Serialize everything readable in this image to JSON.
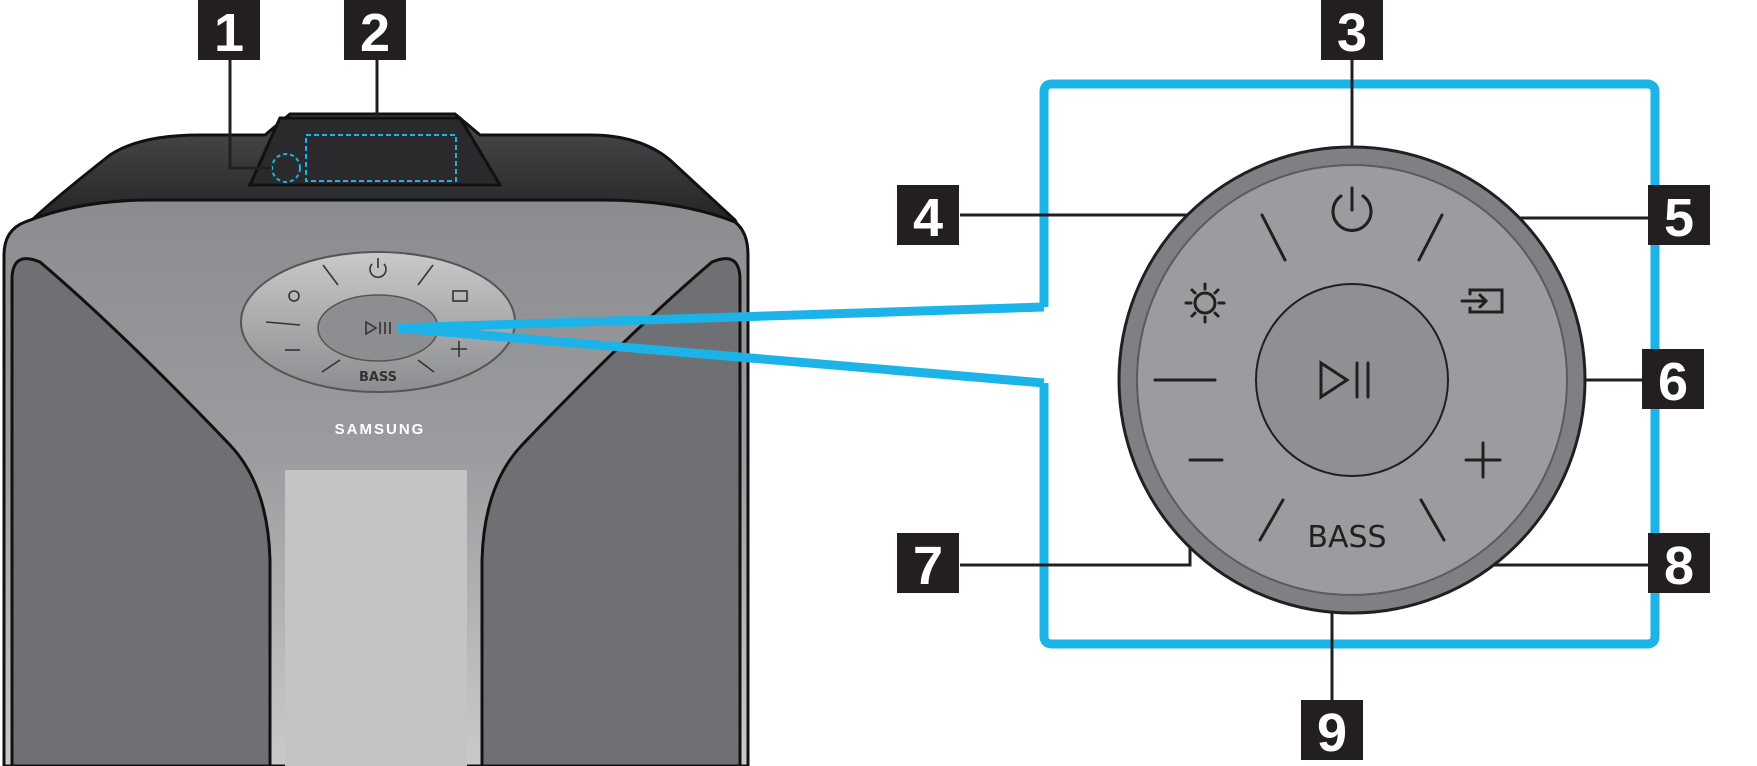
{
  "colors": {
    "accent": "#1cb4e8",
    "body_dark": "#6d6e71",
    "body_mid": "#8e8f92",
    "panel_light": "#b4b5b8",
    "label_bg": "#231f20",
    "button_ring": "#808184",
    "button_face": "#9a9b9e"
  },
  "device": {
    "brand": "SAMSUNG",
    "small_panel": {
      "bass_label": "BASS",
      "icons": [
        "power-icon",
        "light-icon",
        "source-icon",
        "play-pause-icon",
        "minus-icon",
        "plus-icon"
      ]
    }
  },
  "callouts": [
    {
      "number": "1",
      "target": "sensor"
    },
    {
      "number": "2",
      "target": "display"
    },
    {
      "number": "3",
      "target": "power-button"
    },
    {
      "number": "4",
      "target": "light-button"
    },
    {
      "number": "5",
      "target": "source-button"
    },
    {
      "number": "6",
      "target": "play-pause-button"
    },
    {
      "number": "7",
      "target": "volume-down-button"
    },
    {
      "number": "8",
      "target": "volume-up-button"
    },
    {
      "number": "9",
      "target": "bass-button"
    }
  ],
  "zoom_panel": {
    "bass_label": "BASS",
    "icons": [
      "power-icon",
      "light-icon",
      "source-icon",
      "play-pause-icon",
      "minus-icon",
      "plus-icon"
    ]
  }
}
